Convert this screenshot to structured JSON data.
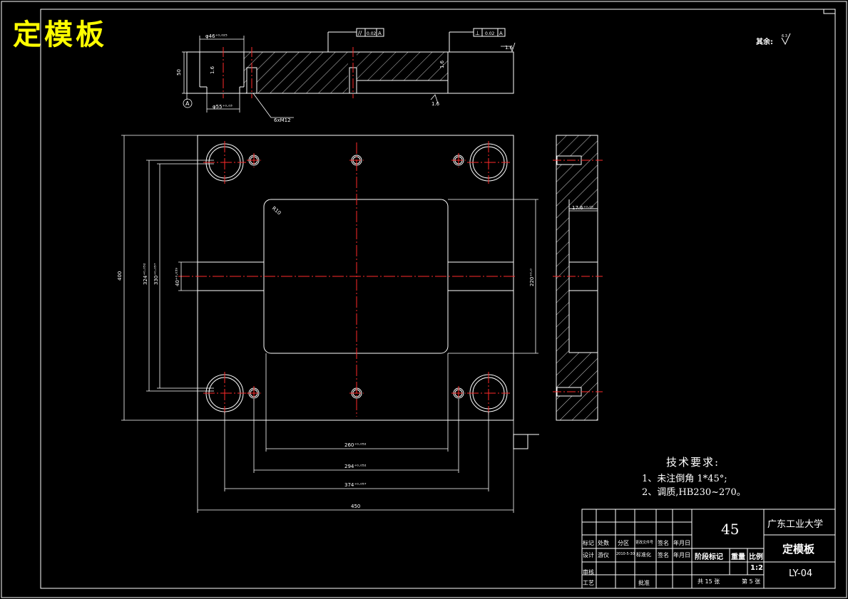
{
  "title": "定模板",
  "surface_note": "其余:",
  "surface_symbol": "6.3",
  "tech_requirements": {
    "heading": "技术要求:",
    "items": [
      "1、未注倒角 1*45°;",
      "2、调质,HB230~270。"
    ]
  },
  "top_view": {
    "tolerance_1": {
      "symbol": "//",
      "value": "0.02",
      "datum": "A"
    },
    "tolerance_2": {
      "symbol": "⊥",
      "value": "0.02",
      "datum": "A"
    },
    "datum_label": "A",
    "dims": {
      "d46": "φ46⁺⁰·⁰²⁵",
      "d55": "φ55⁺⁰·⁰³",
      "h50": "50",
      "ra_a": "1.6",
      "ra_b": "1.6",
      "ra_c": "1.6",
      "ra_d": "1.6",
      "screw": "6xM12"
    }
  },
  "plan_view": {
    "dims": {
      "h400": "400",
      "v324": "324⁺⁰·⁰⁵²",
      "v330": "330⁺⁰·⁰⁵⁷",
      "v40": "40⁺⁰·⁰³⁹",
      "v220": "220⁺⁰·⁰",
      "r10": "R10",
      "h260": "260⁺⁰·⁰⁵²",
      "h294": "294⁺⁰·⁰⁵²",
      "h374": "374⁺⁰·⁰⁵⁷",
      "h450": "450"
    }
  },
  "side_view": {
    "dims": {
      "d176": "17.6⁺⁰·⁰⁵"
    }
  },
  "title_block": {
    "material": "45",
    "school": "广东工业大学",
    "part_name": "定模板",
    "drawing_no": "LY-04",
    "scale": "1:2",
    "total_sheets": "共 15 张",
    "sheet_no": "第 5 张",
    "row1": [
      "标记",
      "处数",
      "分区",
      "更改文件号",
      "签名",
      "年月日"
    ],
    "row2": [
      "设计",
      "游仪",
      "2010-5-30",
      "标准化",
      "签名",
      "年月日"
    ],
    "row3": [
      "审核"
    ],
    "row4": [
      "工艺",
      "批准"
    ],
    "stage_labels": [
      "阶段标记",
      "重量",
      "比例"
    ]
  }
}
